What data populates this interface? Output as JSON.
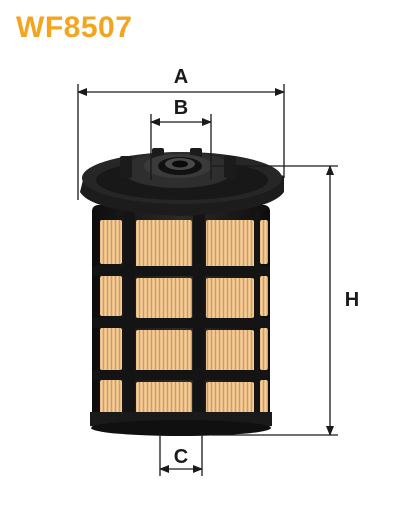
{
  "product": {
    "code": "WF8507"
  },
  "dimensions": {
    "a_label": "A",
    "b_label": "B",
    "c_label": "C",
    "h_label": "H"
  },
  "colors": {
    "brand_orange": "#f3a51d",
    "filter_body": "#1e1e1e",
    "filter_media": "#f0c898",
    "dimension_line": "#1a1a1a"
  }
}
